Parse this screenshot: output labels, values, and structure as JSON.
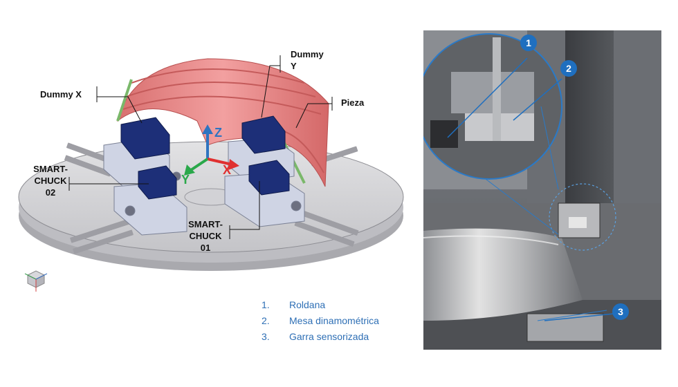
{
  "labels": {
    "dummy_x": "Dummy X",
    "dummy_y_line1": "Dummy",
    "dummy_y_line2": "Y",
    "pieza": "Pieza",
    "smart_chuck_02_line1": "SMART-",
    "smart_chuck_02_line2": "CHUCK",
    "smart_chuck_02_line3": "02",
    "smart_chuck_01_line1": "SMART-",
    "smart_chuck_01_line2": "CHUCK",
    "smart_chuck_01_line3": "01"
  },
  "axes": {
    "z": "Z",
    "x": "X",
    "y": "Y"
  },
  "legend": [
    {
      "num": "1.",
      "text": "Roldana"
    },
    {
      "num": "2.",
      "text": "Mesa dinamométrica"
    },
    {
      "num": "3.",
      "text": "Garra sensorizada"
    }
  ],
  "callouts": {
    "c1": "1",
    "c2": "2",
    "c3": "3"
  },
  "colors": {
    "legend_text": "#2e6fb5",
    "callout_fill": "#1f6fbf",
    "axis_z": "#2f74c0",
    "axis_x": "#e03030",
    "axis_y": "#2aa84a",
    "part": "#e88a8a",
    "dummy_block": "#1d2f78",
    "table": "#cfcfd2"
  }
}
